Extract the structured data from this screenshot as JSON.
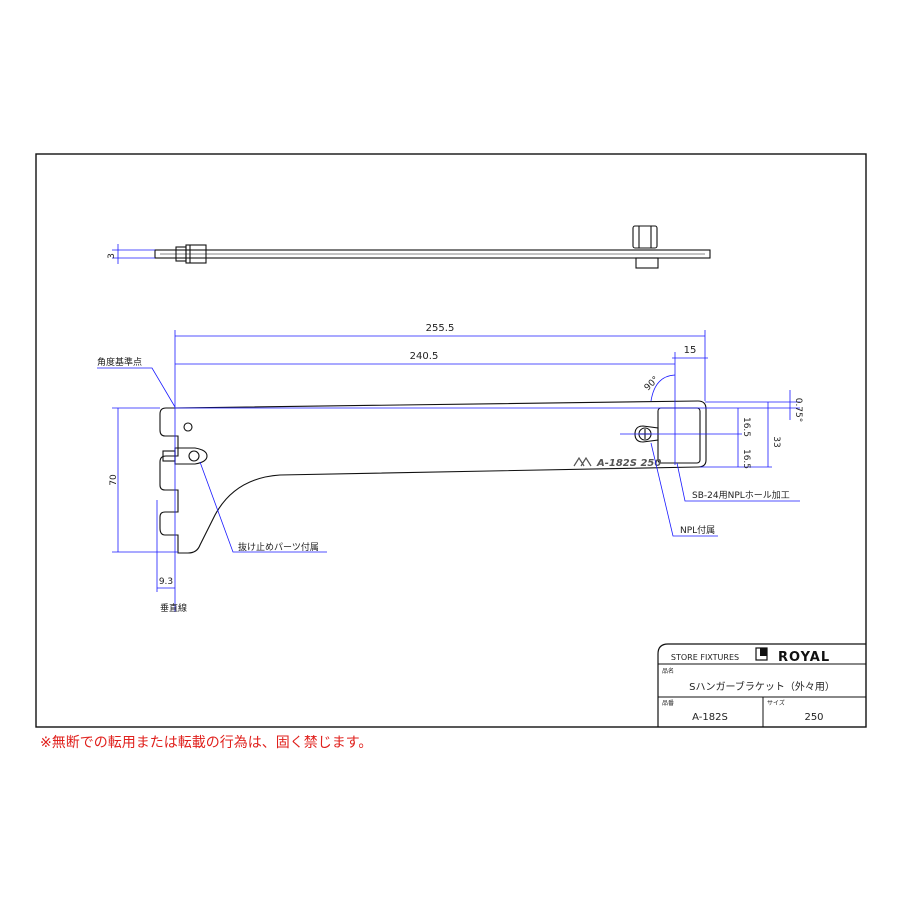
{
  "drawing": {
    "dimensions": {
      "thickness": "3",
      "overall_length": "255.5",
      "length_to_hole": "240.5",
      "hole_offset": "15",
      "angle": "90°",
      "tilt": "0.75°",
      "half_height_upper": "16.5",
      "half_height_lower": "16.5",
      "end_height": "33",
      "height": "70",
      "hook_offset": "9.3"
    },
    "labels": {
      "angle_reference": "角度基準点",
      "stopper_part": "抜け止めパーツ付属",
      "npl_hole": "SB-24用NPLホール加工",
      "npl_included": "NPL付属",
      "vertical_line": "垂直線",
      "stamp": "A-182S  250"
    }
  },
  "title_block": {
    "category": "STORE FIXTURES",
    "brand": "ROYAL",
    "product_name_label": "品名",
    "product_name": "Sハンガーブラケット（外々用）",
    "product_code_label": "品番",
    "product_code": "A-182S",
    "size_label": "サイズ",
    "size": "250"
  },
  "notice": "※無断での転用または転載の行為は、固く禁じます。",
  "colors": {
    "dimension": "#1a1aff",
    "outline": "#111111",
    "notice": "#e0201c"
  }
}
